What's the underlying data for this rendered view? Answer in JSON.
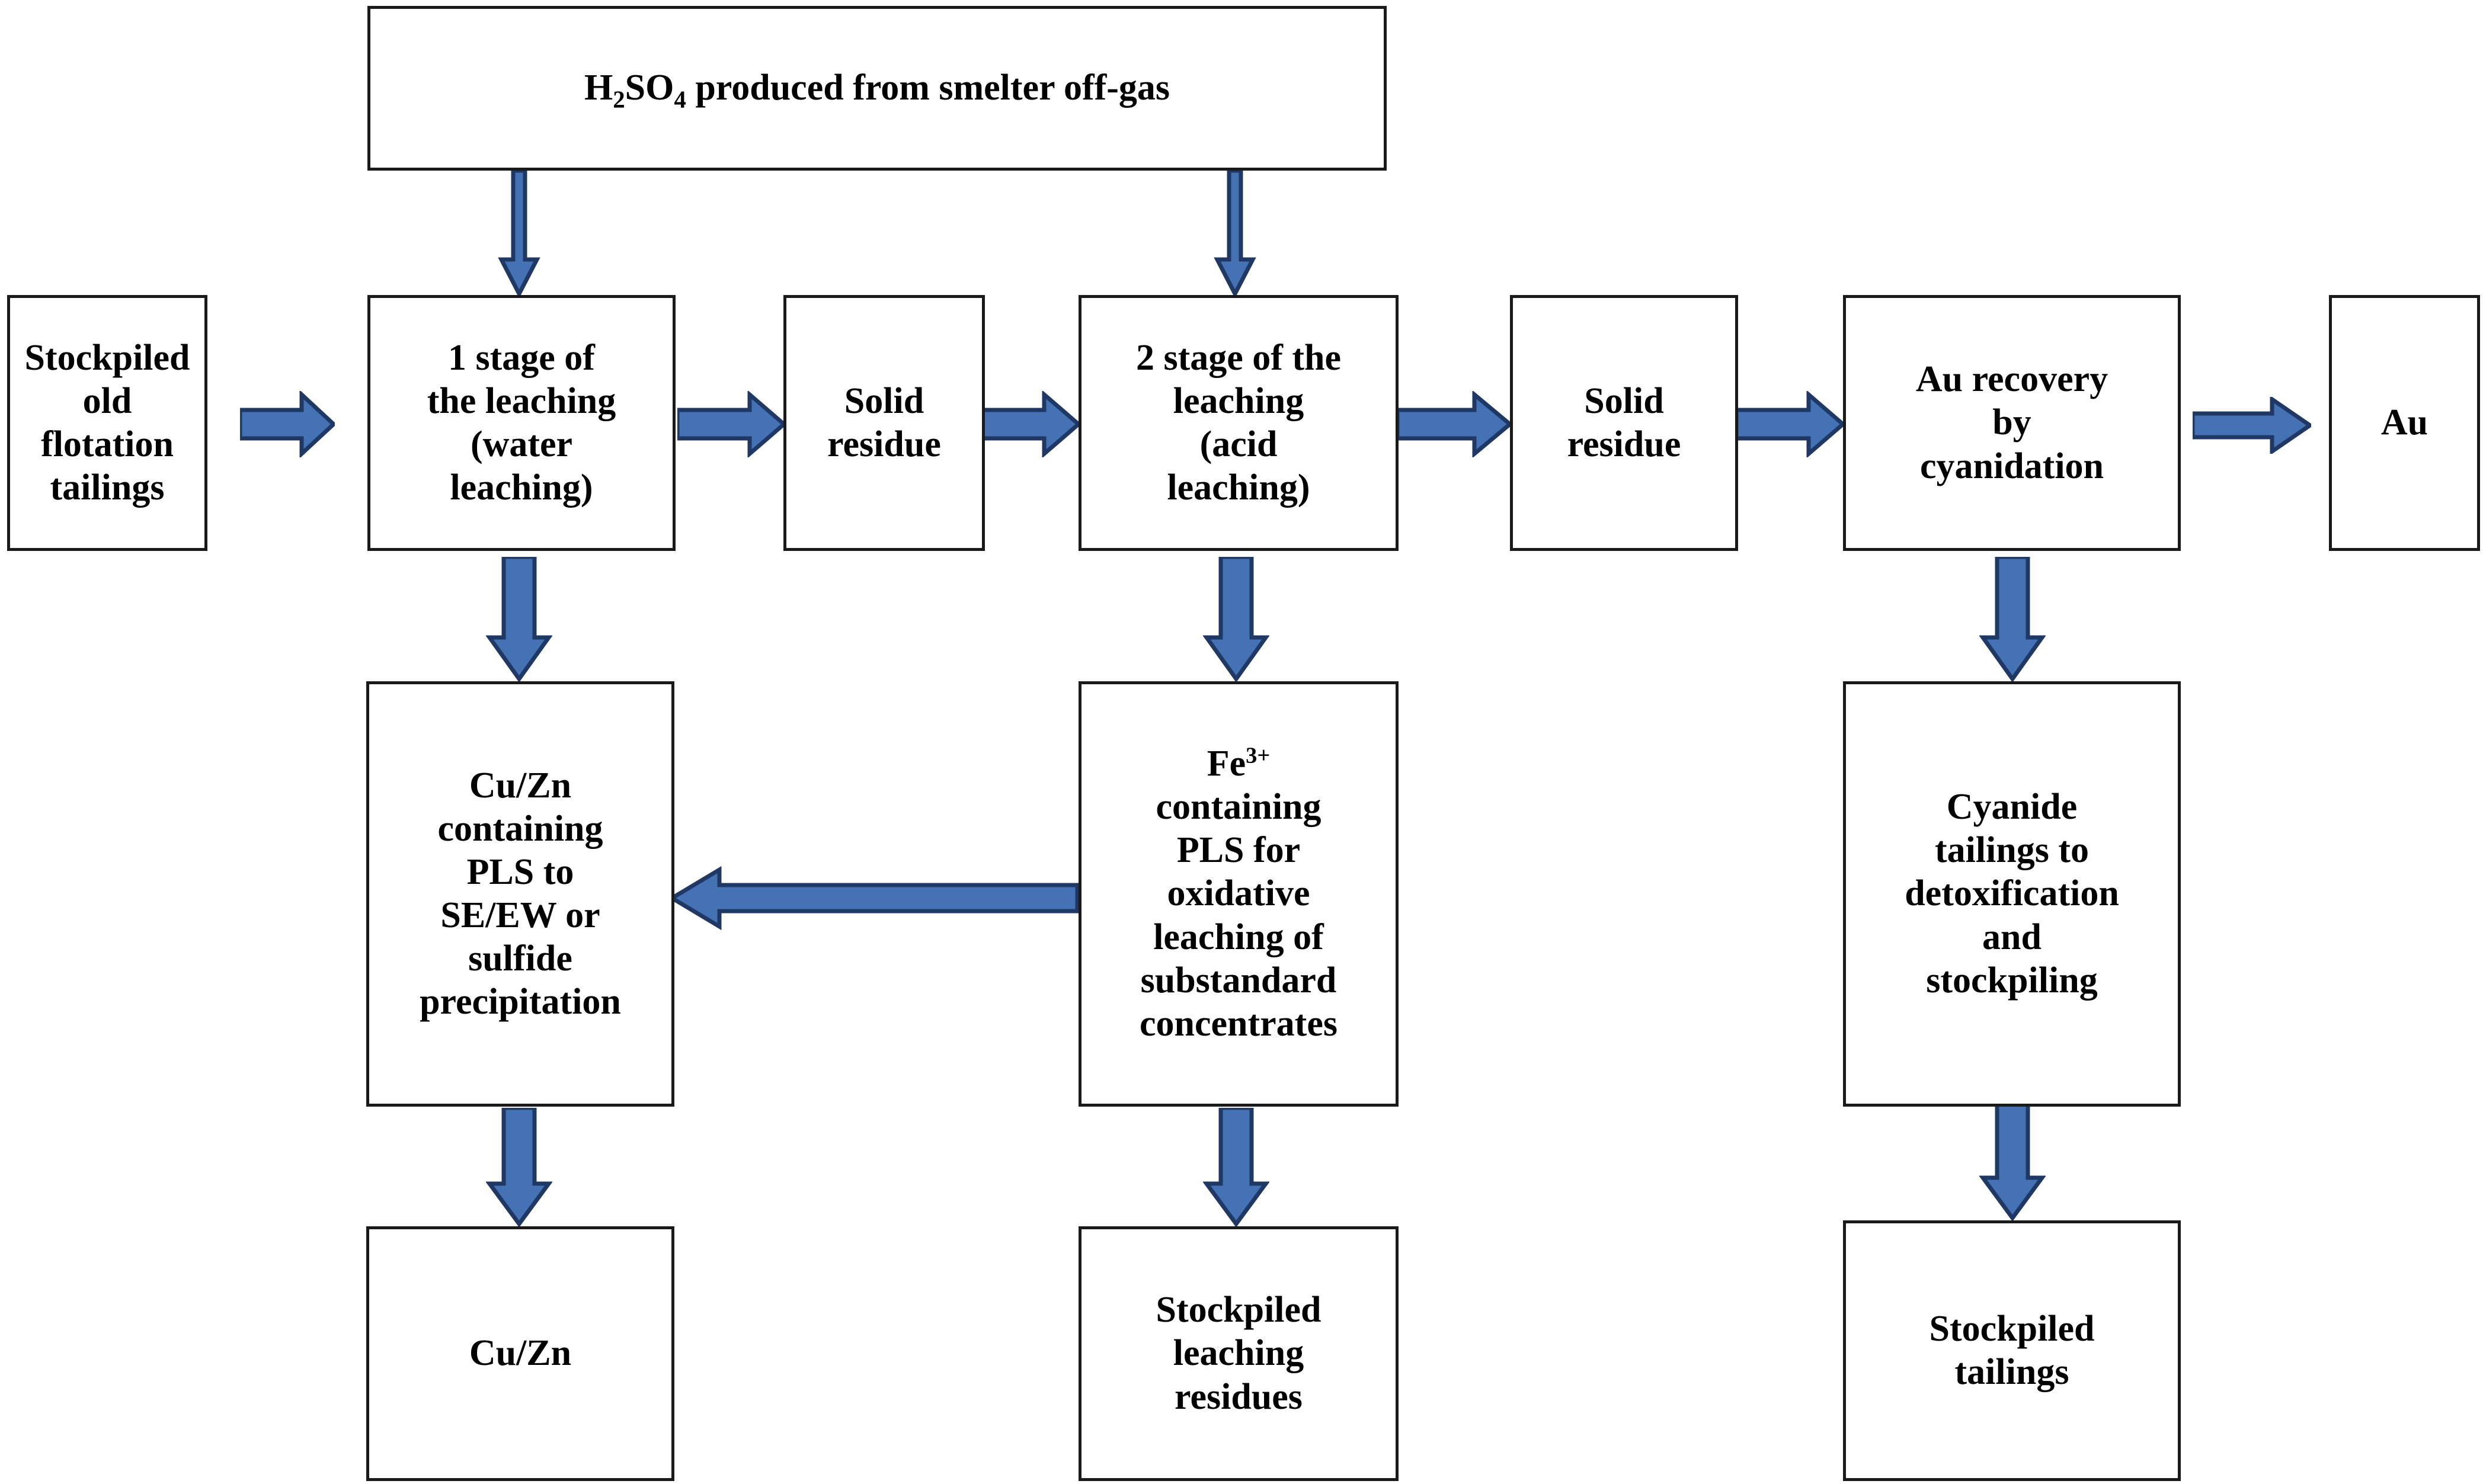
{
  "diagram": {
    "title": "Hydrometallurgical flowsheet for processing stockpiled old flotation tailings",
    "colors": {
      "arrow_fill": "#4472B4",
      "arrow_stroke": "#1F3864",
      "box_border": "#1a1a1a",
      "background": "#ffffff",
      "text": "#000000"
    },
    "nodes": {
      "acid_source": {
        "label": "H2SO4 produced from smelter off-gas",
        "formula_prefix": "H",
        "sub1": "2",
        "mid": "SO",
        "sub2": "4",
        "rest": " produced from smelter off-gas"
      },
      "feed": {
        "label": "Stockpiled\nold\nflotation\ntailings"
      },
      "stage1": {
        "label": "1 stage of\nthe leaching\n(water\nleaching)"
      },
      "residue1": {
        "label": "Solid\nresidue"
      },
      "stage2": {
        "label": "2 stage of the\nleaching\n(acid\nleaching)"
      },
      "residue2": {
        "label": "Solid\nresidue"
      },
      "au_recovery": {
        "label": "Au recovery\nby\ncyanidation"
      },
      "au_product": {
        "label": "Au"
      },
      "cuzn_pls": {
        "label": "Cu/Zn\ncontaining\nPLS to\nSE/EW or\nsulfide\nprecipitation"
      },
      "fe_pls": {
        "label": "Fe3+ containing PLS for oxidative leaching of substandard concentrates",
        "line1_base": "Fe",
        "line1_sup": "3+",
        "rest_lines": "containing\nPLS for\noxidative\nleaching of\nsubstandard\nconcentrates"
      },
      "cyanide_tailings": {
        "label": "Cyanide\ntailings to\ndetoxification\nand\nstockpiling"
      },
      "cuzn_product": {
        "label": "Cu/Zn"
      },
      "leach_residues": {
        "label": "Stockpiled\nleaching\nresidues"
      },
      "stockpiled_tailings": {
        "label": "Stockpiled\ntailings"
      }
    },
    "edges": [
      {
        "from": "acid_source",
        "to": "stage1",
        "direction": "down"
      },
      {
        "from": "acid_source",
        "to": "stage2",
        "direction": "down"
      },
      {
        "from": "feed",
        "to": "stage1",
        "direction": "right"
      },
      {
        "from": "stage1",
        "to": "residue1",
        "direction": "right"
      },
      {
        "from": "residue1",
        "to": "stage2",
        "direction": "right"
      },
      {
        "from": "stage2",
        "to": "residue2",
        "direction": "right"
      },
      {
        "from": "residue2",
        "to": "au_recovery",
        "direction": "right"
      },
      {
        "from": "au_recovery",
        "to": "au_product",
        "direction": "right"
      },
      {
        "from": "stage1",
        "to": "cuzn_pls",
        "direction": "down"
      },
      {
        "from": "stage2",
        "to": "fe_pls",
        "direction": "down"
      },
      {
        "from": "au_recovery",
        "to": "cyanide_tailings",
        "direction": "down"
      },
      {
        "from": "fe_pls",
        "to": "cuzn_pls",
        "direction": "left"
      },
      {
        "from": "cuzn_pls",
        "to": "cuzn_product",
        "direction": "down"
      },
      {
        "from": "fe_pls",
        "to": "leach_residues",
        "direction": "down"
      },
      {
        "from": "cyanide_tailings",
        "to": "stockpiled_tailings",
        "direction": "down"
      }
    ]
  }
}
